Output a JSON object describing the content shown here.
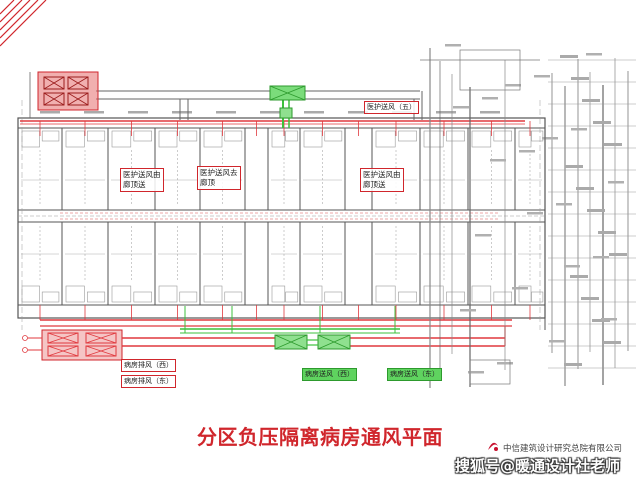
{
  "slide": {
    "title": "分区负压隔离病房通风平面",
    "company": "中信建筑设计研究总院有限公司",
    "watermark": "搜狐号@暖通设计社老师"
  },
  "labels": {
    "staff_supply_5": "医护送风（五）",
    "staff_supply_a": {
      "line1": "医护送风由",
      "line2": "廊顶送"
    },
    "staff_supply_b": {
      "line1": "医护送风去",
      "line2": "廊顶"
    },
    "staff_supply_c": {
      "line1": "医护送风由",
      "line2": "廊顶送"
    },
    "ward_exhaust_west": "病房排风（西）",
    "ward_exhaust_east": "病房排风（东）",
    "ward_supply_west": "病房送风（西）",
    "ward_supply_east": "病房送风（东）"
  },
  "colors": {
    "accent_red": "#d0262c",
    "exhaust_red": "#e0393e",
    "supply_green": "#3cc13c",
    "wall_gray": "#555555",
    "thin_gray": "#9a9a9a",
    "logo_red": "#c8102e"
  },
  "icons": {
    "logo": "citic-logo-icon",
    "corner": "corner-stripes-icon"
  }
}
